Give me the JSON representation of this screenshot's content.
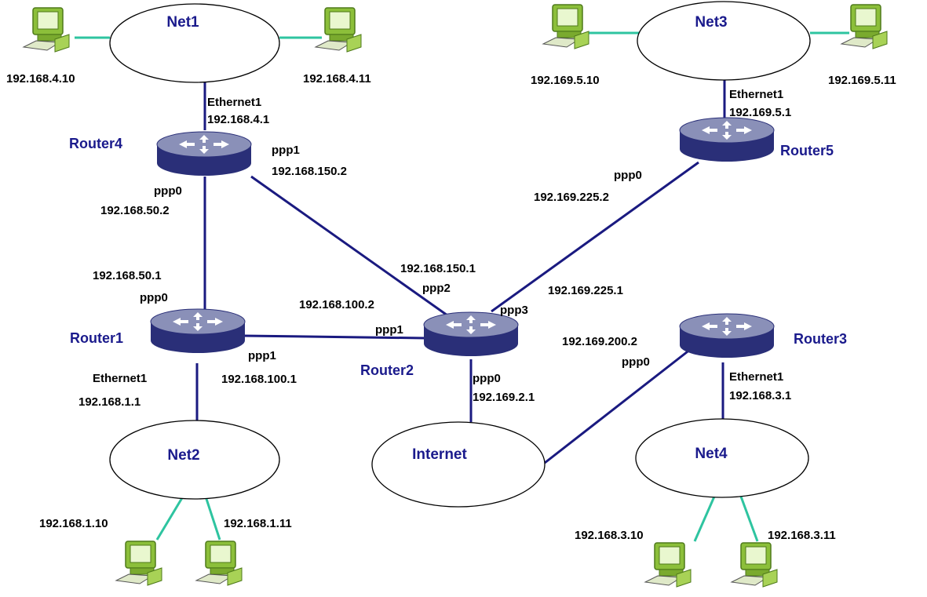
{
  "colors": {
    "wan_link": "#1a1a80",
    "lan_link": "#2ec4a0",
    "router_body": "#2a2f78",
    "router_top": "#8a90b8",
    "label_blue": "#1a1a8c",
    "computer_green": "#8cbf3a"
  },
  "icons": {
    "router": "router-icon",
    "computer": "desktop-computer-icon",
    "network": "network-ellipse"
  },
  "networks": {
    "net1": "Net1",
    "net2": "Net2",
    "net3": "Net3",
    "net4": "Net4",
    "internet": "Internet"
  },
  "routers": {
    "r1": "Router1",
    "r2": "Router2",
    "r3": "Router3",
    "r4": "Router4",
    "r5": "Router5"
  },
  "hosts": {
    "net1_a": "192.168.4.10",
    "net1_b": "192.168.4.11",
    "net3_a": "192.169.5.10",
    "net3_b": "192.169.5.11",
    "net2_a": "192.168.1.10",
    "net2_b": "192.168.1.11",
    "net4_a": "192.168.3.10",
    "net4_b": "192.168.3.11"
  },
  "interfaces": {
    "r4_eth1_name": "Ethernet1",
    "r4_eth1_ip": "192.168.4.1",
    "r4_ppp1_name": "ppp1",
    "r4_ppp1_ip": "192.168.150.2",
    "r4_ppp0_name": "ppp0",
    "r4_ppp0_ip": "192.168.50.2",
    "r5_eth1_name": "Ethernet1",
    "r5_eth1_ip": "192.169.5.1",
    "r5_ppp0_name": "ppp0",
    "r5_ppp0_ip": "192.169.225.2",
    "r1_ppp0_ip": "192.168.50.1",
    "r1_ppp0_name": "ppp0",
    "r1_ppp1_name": "ppp1",
    "r1_ppp1_ip": "192.168.100.1",
    "r1_eth1_name": "Ethernet1",
    "r1_eth1_ip": "192.168.1.1",
    "r2_ppp2_ip": "192.168.150.1",
    "r2_ppp2_name": "ppp2",
    "r2_ppp1_ip": "192.168.100.2",
    "r2_ppp1_name": "ppp1",
    "r2_ppp3_ip": "192.169.225.1",
    "r2_ppp3_name": "ppp3",
    "r2_ppp0_name": "ppp0",
    "r2_ppp0_ip": "192.169.2.1",
    "r3_ppp0_ip": "192.169.200.2",
    "r3_ppp0_name": "ppp0",
    "r3_eth1_name": "Ethernet1",
    "r3_eth1_ip": "192.168.3.1"
  }
}
